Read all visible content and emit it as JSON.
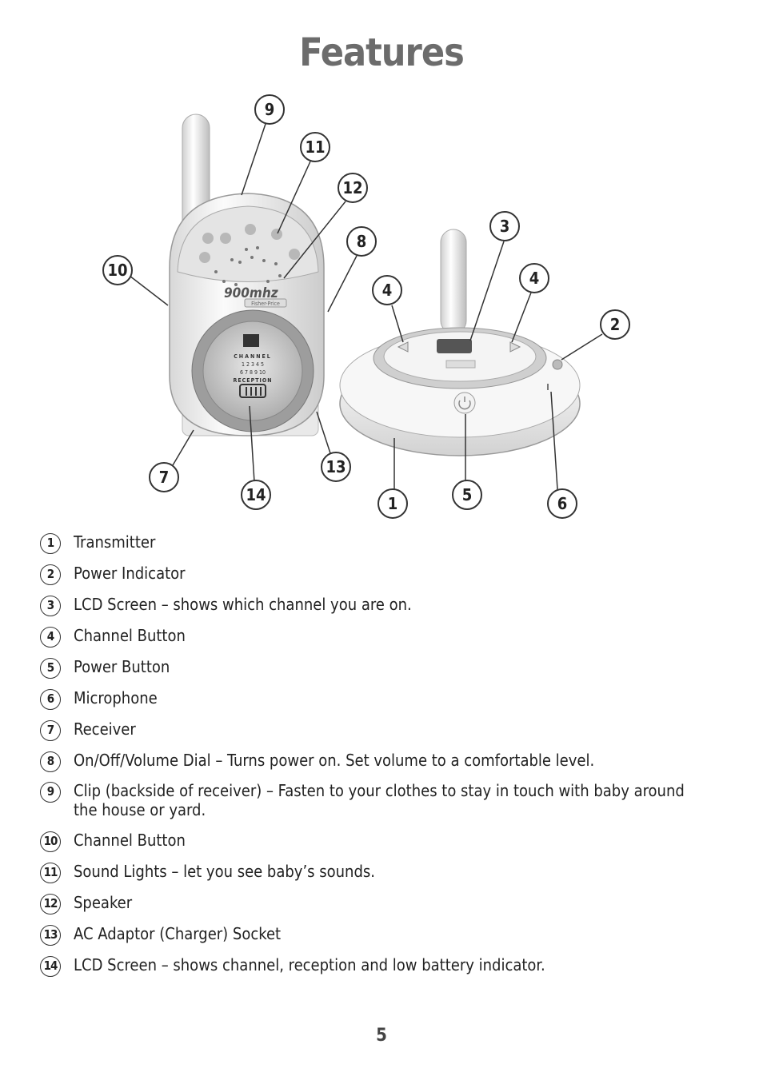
{
  "title": "Features",
  "callouts": {
    "n1": "1",
    "n2": "2",
    "n3": "3",
    "n4a": "4",
    "n4b": "4",
    "n5": "5",
    "n6": "6",
    "n7": "7",
    "n8": "8",
    "n9": "9",
    "n10": "10",
    "n11": "11",
    "n12": "12",
    "n13": "13",
    "n14": "14"
  },
  "device": {
    "band": "900mhz",
    "brand": "Fisher-Price",
    "lcd_channel": "CHANNEL",
    "lcd_ch_row1": "1  2  3  4  5",
    "lcd_ch_row2": "6  7  8  9  10",
    "lcd_reception": "RECEPTION"
  },
  "features": [
    {
      "num": "1",
      "text": "Transmitter"
    },
    {
      "num": "2",
      "text": "Power Indicator"
    },
    {
      "num": "3",
      "text": "LCD Screen – shows which channel you are on."
    },
    {
      "num": "4",
      "text": "Channel Button"
    },
    {
      "num": "5",
      "text": "Power Button"
    },
    {
      "num": "6",
      "text": "Microphone"
    },
    {
      "num": "7",
      "text": "Receiver"
    },
    {
      "num": "8",
      "text": "On/Off/Volume Dial – Turns power on. Set volume to a comfortable level."
    },
    {
      "num": "9",
      "text": "Clip (backside of receiver) – Fasten to your clothes to stay in touch with baby around the house or yard."
    },
    {
      "num": "10",
      "text": "Channel Button"
    },
    {
      "num": "11",
      "text": "Sound Lights – let you see baby’s sounds."
    },
    {
      "num": "12",
      "text": "Speaker"
    },
    {
      "num": "13",
      "text": "AC Adaptor (Charger) Socket"
    },
    {
      "num": "14",
      "text": "LCD Screen – shows channel, reception and low battery indicator."
    }
  ],
  "page_number": "5"
}
